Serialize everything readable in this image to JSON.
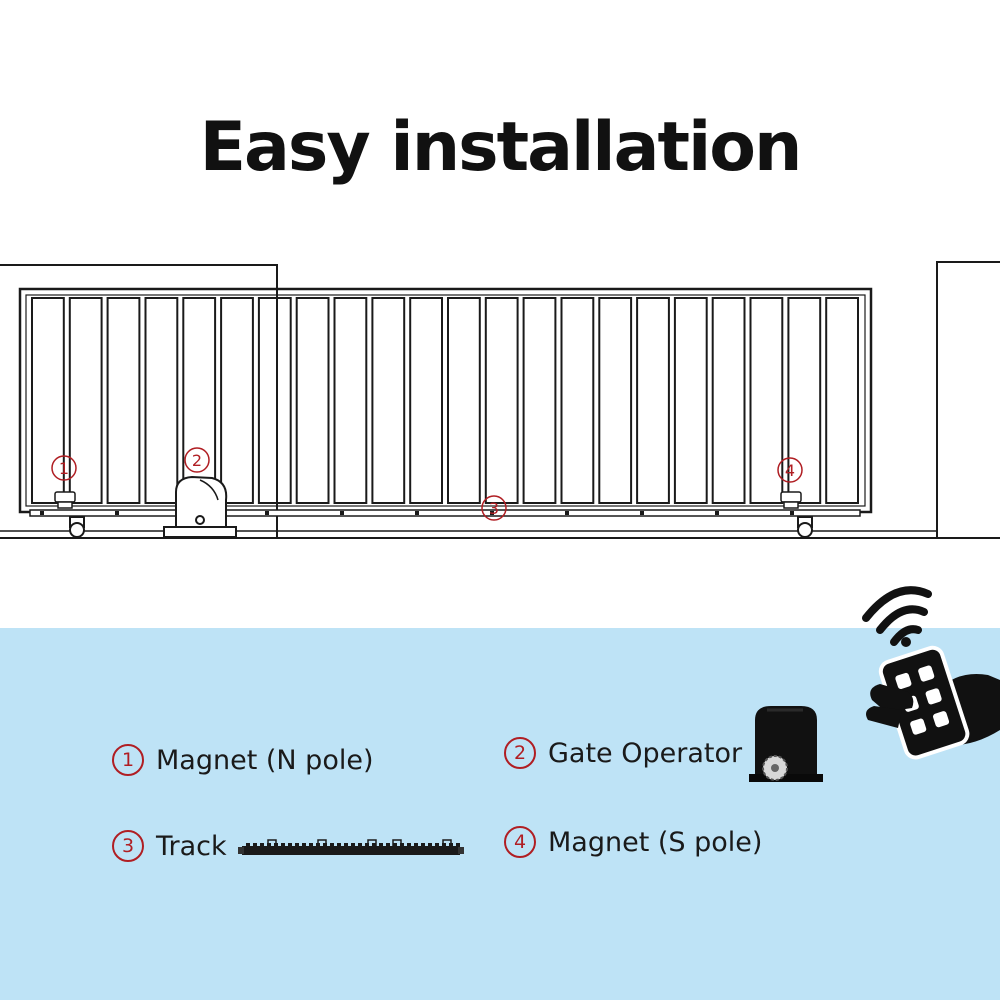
{
  "title": "Easy installation",
  "colors": {
    "accent": "#b01e23",
    "panel_bg": "#bee3f6",
    "line": "#1a1a1a"
  },
  "diagram": {
    "markers": [
      {
        "num": "1"
      },
      {
        "num": "2"
      },
      {
        "num": "3"
      },
      {
        "num": "4"
      }
    ]
  },
  "legend": {
    "items": [
      {
        "num": "1",
        "label": "Magnet (N pole)"
      },
      {
        "num": "2",
        "label": "Gate Operator"
      },
      {
        "num": "3",
        "label": "Track"
      },
      {
        "num": "4",
        "label": "Magnet (S pole)"
      }
    ]
  },
  "icons": {
    "remote": "remote-control-icon",
    "operator": "gate-operator-icon",
    "track": "track-rack-icon"
  }
}
